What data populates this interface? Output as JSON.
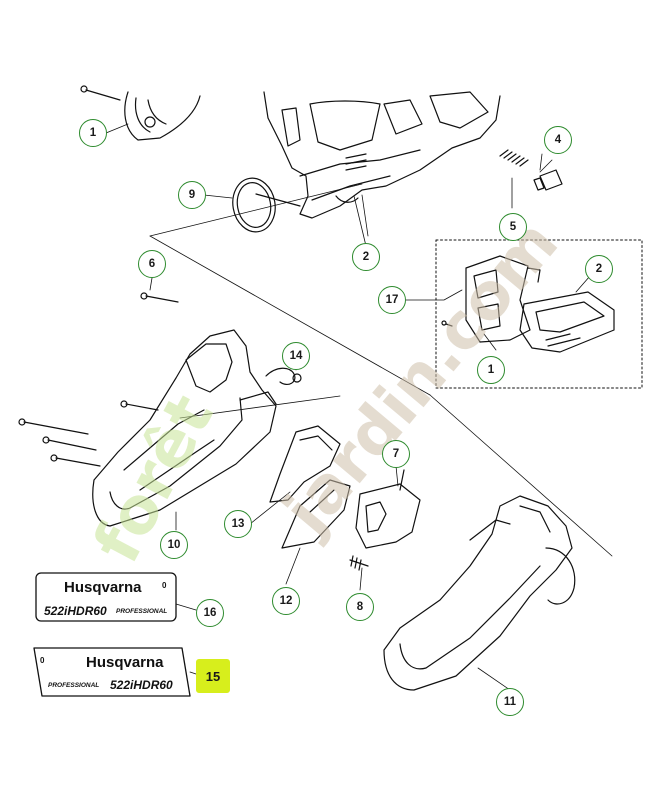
{
  "diagram": {
    "callouts": [
      {
        "id": "c1a",
        "text": "1"
      },
      {
        "id": "c2a",
        "text": "2"
      },
      {
        "id": "c4",
        "text": "4"
      },
      {
        "id": "c5",
        "text": "5"
      },
      {
        "id": "c9",
        "text": "9"
      },
      {
        "id": "c6",
        "text": "6"
      },
      {
        "id": "c14",
        "text": "14"
      },
      {
        "id": "c17",
        "text": "17"
      },
      {
        "id": "c2b",
        "text": "2"
      },
      {
        "id": "c1b",
        "text": "1"
      },
      {
        "id": "c7",
        "text": "7"
      },
      {
        "id": "c10",
        "text": "10"
      },
      {
        "id": "c13",
        "text": "13"
      },
      {
        "id": "c12",
        "text": "12"
      },
      {
        "id": "c8",
        "text": "8"
      },
      {
        "id": "c16",
        "text": "16"
      },
      {
        "id": "c15",
        "text": "15"
      },
      {
        "id": "c11",
        "text": "11"
      }
    ],
    "decal_16": {
      "brand": "Husqvarna",
      "model": "522iHDR60",
      "tag": "PROFESSIONAL",
      "mark": "0"
    },
    "decal_15": {
      "brand": "Husqvarna",
      "model": "522iHDR60",
      "tag": "PROFESSIONAL",
      "mark": "0"
    },
    "highlight_color": "#d7ee1c",
    "callout_color": "#2e8b2e"
  },
  "watermark": {
    "part1": "forêt",
    "part2": "jardin.com"
  }
}
